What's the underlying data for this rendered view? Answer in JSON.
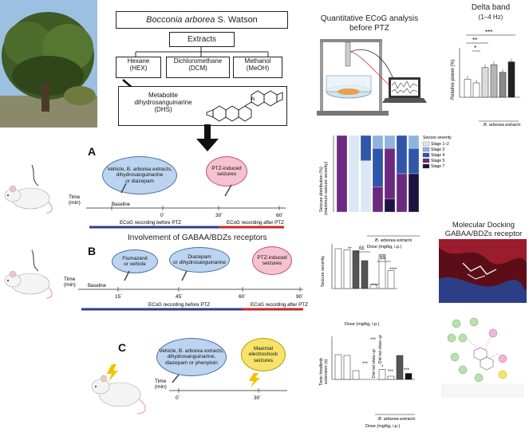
{
  "header": {
    "species": "Bocconia arborea",
    "species_author": "S. Watson",
    "extracts_label": "Extracts",
    "extracts": [
      {
        "name": "Hexane",
        "abbr": "(HEX)"
      },
      {
        "name": "Dichloromethane",
        "abbr": "(DCM)"
      },
      {
        "name": "Methanol",
        "abbr": "(MeOH)"
      }
    ],
    "metabolite": [
      "Metabolite",
      "dihydrosanguinarine",
      "(DHS)"
    ]
  },
  "ecog": {
    "title": [
      "Quantitative ECoG analysis",
      "before PTZ"
    ]
  },
  "delta": {
    "title": "Delta band",
    "subtitle": "(1–4 Hz)",
    "ylabel": "Relative power (%)",
    "xgroup": "B. arborea extracts",
    "sig": [
      "*",
      "**",
      "***"
    ]
  },
  "panelA": {
    "letter": "A",
    "vehicle": [
      "Vehicle, B. arborea extracts,",
      "dihydrosanguinarine",
      "or diazepam"
    ],
    "ptz": [
      "PTZ-induced",
      "seizures"
    ],
    "time": [
      "Time",
      "(min)"
    ],
    "baseline": "Baseline",
    "ticks": [
      "0´",
      "30´",
      "60´"
    ],
    "before": "ECoG recording before PTZ",
    "after": "ECoG recording after PTZ"
  },
  "seizure_dist": {
    "ylabel": [
      "Seizure distribution (%)",
      "(maximum seizure severity)"
    ],
    "xgroup": "B. arborea extracts",
    "xlabel": "Dose (mg/kg, i.p.)",
    "legend_title": "Seizure severity",
    "legend": [
      "Stage 1–2",
      "Stage 3",
      "Stage 4",
      "Stage 5",
      "Stage 7"
    ]
  },
  "panelB": {
    "letter": "B",
    "title": "Involvement of GABAA/BDZs receptors",
    "flumazenil": [
      "Flumazenil",
      "or vehicle"
    ],
    "diazepam": [
      "Diazepam",
      "or dihydrosanguinarine"
    ],
    "ptz": [
      "PTZ-induced",
      "seizures"
    ],
    "time": [
      "Time",
      "(min)"
    ],
    "baseline": "Baseline",
    "ticks": [
      "15´",
      "45´",
      "60´",
      "90´"
    ],
    "before": "ECoG recording before PTZ",
    "after": "ECoG recording after PTZ"
  },
  "severity": {
    "ylabel": "Seizure severity",
    "xlabel": "Dose (mg/kg, i.p.)",
    "sig": [
      "**",
      "££",
      "$$",
      "****",
      "****"
    ]
  },
  "docking": {
    "title": [
      "Molecular Docking",
      "GABAA/BDZs receptor"
    ]
  },
  "panelC": {
    "letter": "C",
    "vehicle": [
      "Vehicle, B. arborea extracts,",
      "dihydrosanguinarine,",
      "diazepam or phenytoin"
    ],
    "mes": [
      "Maximal",
      "electroshock",
      "seizures"
    ],
    "time": [
      "Time",
      "(min)"
    ],
    "ticks": [
      "0´",
      "30´"
    ]
  },
  "tonic": {
    "ylabel": [
      "Tonic hindlimb",
      "extension (s)"
    ],
    "xgroup": "B. arborea extracts",
    "xlabel": "Dose (mg/kg, i.p.)",
    "sig": [
      "***",
      "***",
      "*",
      "***",
      "***"
    ],
    "dnsu": "Did not show up"
  },
  "colors": {
    "blue_line": "#2e3f8f",
    "red_line": "#c62828",
    "ellipse_blue": "#bcd4f0",
    "ellipse_pink": "#f6c1d0",
    "ellipse_yellow": "#f7e36b",
    "stage12": "#dbe7f5",
    "stage3": "#8fb3dd",
    "stage4": "#2f56a8",
    "stage5": "#6b2a80",
    "stage7": "#1d1340"
  }
}
